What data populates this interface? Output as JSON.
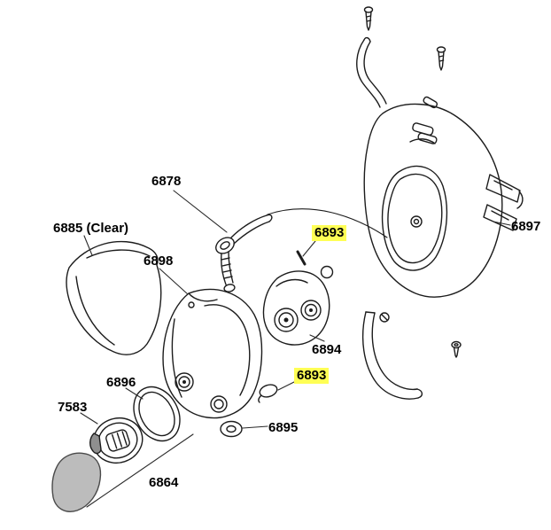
{
  "diagram": {
    "labels": [
      {
        "id": "6878",
        "text": "6878",
        "highlighted": false
      },
      {
        "id": "6885-clear",
        "text": "6885 (Clear)",
        "highlighted": false
      },
      {
        "id": "6898",
        "text": "6898",
        "highlighted": false
      },
      {
        "id": "6893-top",
        "text": "6893",
        "highlighted": true
      },
      {
        "id": "6897",
        "text": "6897",
        "highlighted": false
      },
      {
        "id": "6894",
        "text": "6894",
        "highlighted": false
      },
      {
        "id": "6893-bottom",
        "text": "6893",
        "highlighted": true
      },
      {
        "id": "6896",
        "text": "6896",
        "highlighted": false
      },
      {
        "id": "7583",
        "text": "7583",
        "highlighted": false
      },
      {
        "id": "6895",
        "text": "6895",
        "highlighted": false
      },
      {
        "id": "6864",
        "text": "6864",
        "highlighted": false
      }
    ],
    "colors": {
      "background": "#ffffff",
      "line": "#1c1c1c",
      "highlight": "#ffff55",
      "pad_fill": "#bcbcbc"
    }
  }
}
